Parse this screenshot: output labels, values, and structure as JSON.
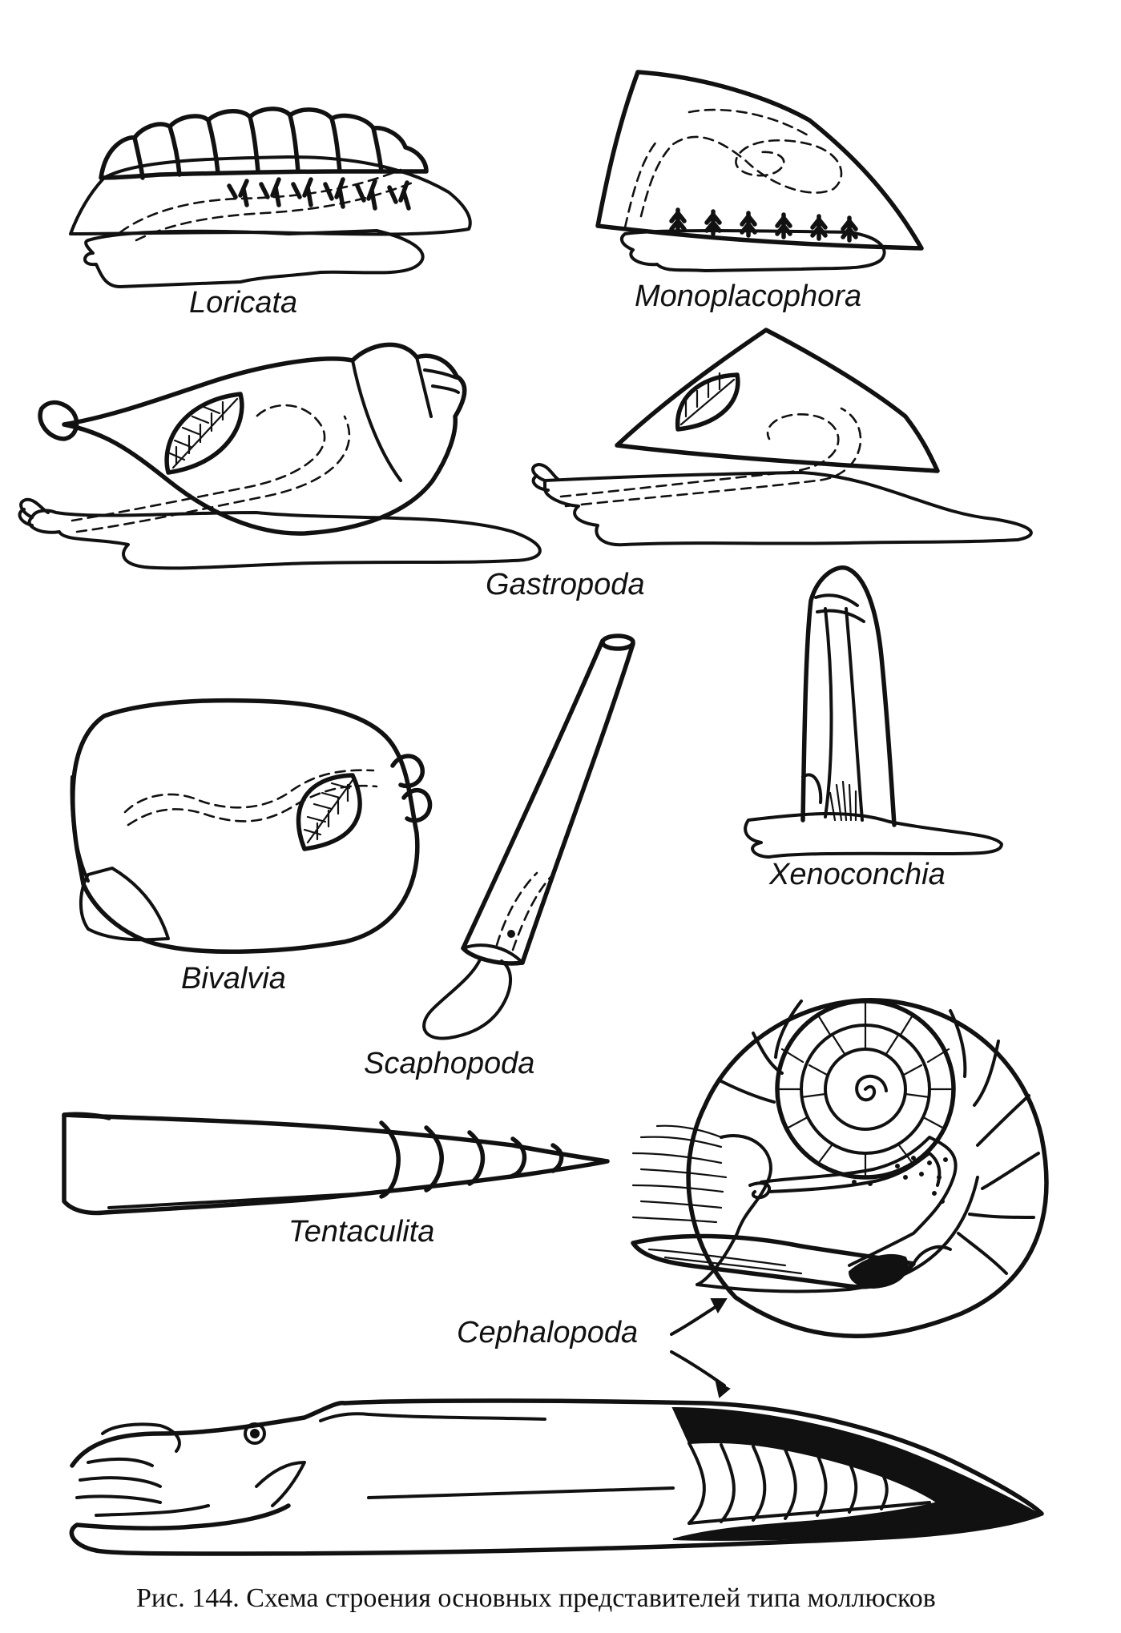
{
  "labels": {
    "loricata": "Loricata",
    "monoplacophora": "Monoplacophora",
    "gastropoda": "Gastropoda",
    "xenoconchia": "Xenoconchia",
    "bivalvia": "Bivalvia",
    "scaphopoda": "Scaphopoda",
    "tentaculita": "Tentaculita",
    "cephalopoda": "Cephalopoda"
  },
  "caption": "Рис. 144. Схема строения основных представителей типа моллюсков"
}
